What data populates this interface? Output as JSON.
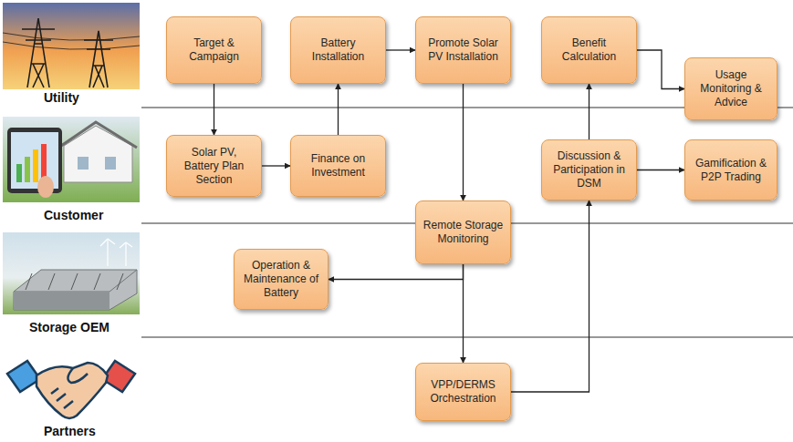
{
  "diagram": {
    "nodes": [
      {
        "text": [
          "Target & Campaign"
        ]
      },
      {
        "text": [
          "Battery Installation"
        ]
      },
      {
        "text": [
          "Promote Solar PV Installation"
        ]
      },
      {
        "text": [
          "Benefit Calculation"
        ]
      },
      {
        "text": [
          "Usage Monitoring & Advice"
        ]
      },
      {
        "text": [
          "Solar PV, Battery Plan Section"
        ]
      },
      {
        "text": [
          "Finance on Investment"
        ]
      },
      {
        "text": [
          "Discussion & Participation in DSM"
        ]
      },
      {
        "text": [
          "Gamification & P2P Trading"
        ]
      },
      {
        "text": [
          "Remote Storage Monitoring"
        ]
      },
      {
        "text": [
          "Operation & Maintenance of Battery"
        ]
      },
      {
        "text": [
          "VPP/DERMS Orchestration"
        ]
      }
    ],
    "edges": [
      {
        "from": 0,
        "to": 5,
        "arrow": "to"
      },
      {
        "from": 5,
        "to": 6,
        "arrow": "to"
      },
      {
        "from": 6,
        "to": 1,
        "arrow": "to"
      },
      {
        "from": 1,
        "to": 2,
        "arrow": "to"
      },
      {
        "from": 2,
        "to": 9,
        "arrow": "to"
      },
      {
        "from": 9,
        "to": 10,
        "arrow": "to"
      },
      {
        "from": 9,
        "to": 11,
        "arrow": "to"
      },
      {
        "from": 11,
        "to": 7,
        "arrow": "to"
      },
      {
        "from": 7,
        "to": 3,
        "arrow": "to"
      },
      {
        "from": 3,
        "to": 4,
        "arrow": "to"
      },
      {
        "from": 7,
        "to": 8,
        "arrow": "to"
      }
    ],
    "labels": [
      "Utility",
      "Customer",
      "Storage OEM",
      "Partners"
    ]
  }
}
